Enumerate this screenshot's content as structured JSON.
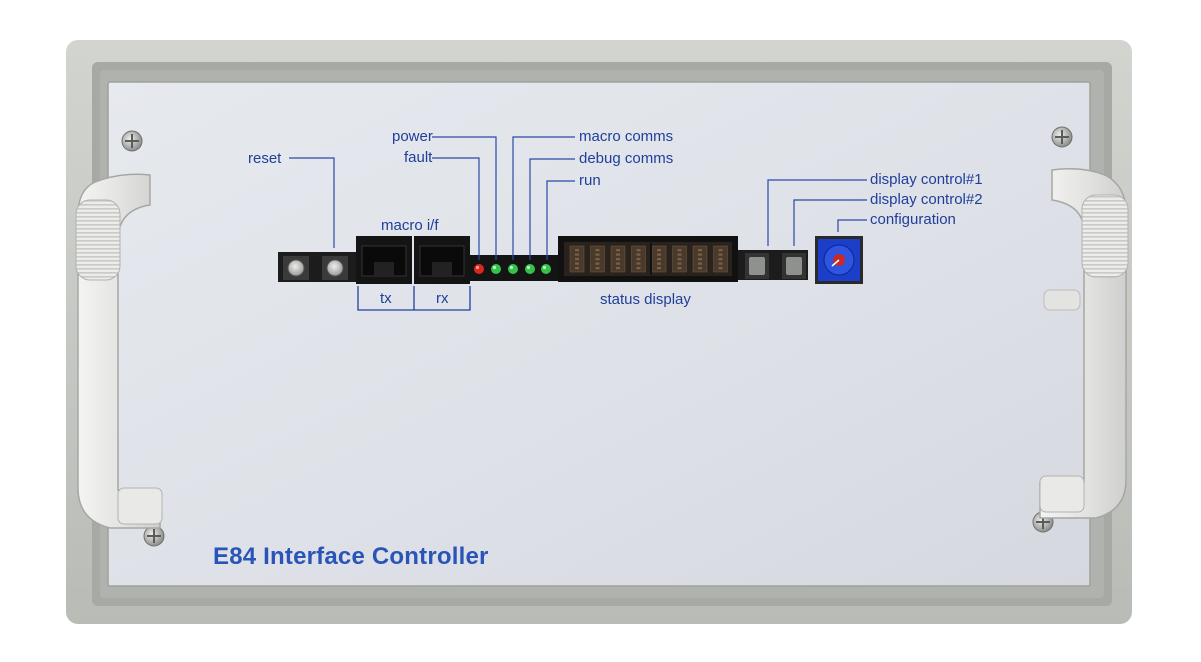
{
  "device": {
    "title": "E84 Interface Controller",
    "labels": {
      "reset": "reset",
      "power": "power",
      "fault": "fault",
      "macro_if": "macro i/f",
      "tx": "tx",
      "rx": "rx",
      "macro_comms": "macro comms",
      "debug_comms": "debug comms",
      "run": "run",
      "status_display": "status display",
      "display_control_1": "display control#1",
      "display_control_2": "display control#2",
      "configuration": "configuration"
    },
    "colors": {
      "panel": "#dfe3e8",
      "housing": "#c9cbc6",
      "label_blue": "#1f3f9a",
      "led_red": "#d9281f",
      "led_green": "#34c24a",
      "dial_blue": "#1b3fc8"
    },
    "leds": [
      {
        "name": "fault",
        "color": "red"
      },
      {
        "name": "power",
        "color": "green"
      },
      {
        "name": "macro comms",
        "color": "green"
      },
      {
        "name": "debug comms",
        "color": "green"
      },
      {
        "name": "run",
        "color": "green"
      }
    ]
  }
}
